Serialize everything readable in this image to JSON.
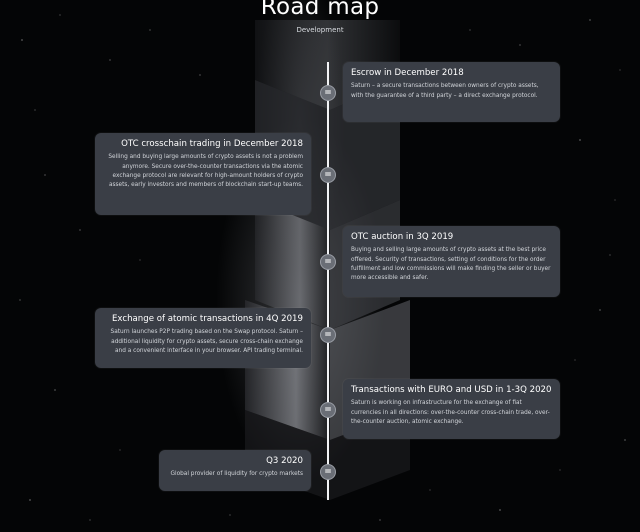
{
  "header": {
    "title": "Road map",
    "subtitle": "Development"
  },
  "colors": {
    "background": "#050608",
    "card": "#3a3e46",
    "timeline": "#f2f3f5",
    "node": "#6a6e76"
  },
  "milestones": [
    {
      "side": "right",
      "title": "Escrow in December 2018",
      "text": "Saturn – a secure transactions between owners of crypto assets, with the guarantee of a third party – a direct exchange protocol.",
      "icon": "equals-icon"
    },
    {
      "side": "left",
      "title": "OTC crosschain trading in December 2018",
      "text": "Selling and buying large amounts of crypto assets is not a problem anymore. Secure over-the-counter transactions via the atomic exchange protocol are relevant for high-amount holders of crypto assets, early investors and members of blockchain start-up teams.",
      "icon": "equals-icon"
    },
    {
      "side": "right",
      "title": "OTC auction in 3Q 2019",
      "text": "Buying and selling large amounts of crypto assets at the best price offered. Security of transactions, setting of conditions for the order fulfillment and low commissions will make finding the seller or buyer more accessible and safer.",
      "icon": "equals-icon"
    },
    {
      "side": "left",
      "title": "Exchange of atomic transactions in 4Q 2019",
      "text": "Saturn launches P2P trading based on the Swap protocol. Saturn – additional liquidity for crypto assets, secure cross-chain exchange and a convenient interface in your browser. API trading terminal.",
      "icon": "equals-icon"
    },
    {
      "side": "right",
      "title": "Transactions with EURO and USD in 1-3Q 2020",
      "text": "Saturn is working on infrastructure for the exchange of fiat currencies in all directions: over-the-counter cross-chain trade, over-the-counter auction, atomic exchange.",
      "icon": "equals-icon"
    },
    {
      "side": "left",
      "title": "Q3 2020",
      "text": "Global provider of liquidity for crypto markets",
      "icon": "equals-icon"
    }
  ]
}
